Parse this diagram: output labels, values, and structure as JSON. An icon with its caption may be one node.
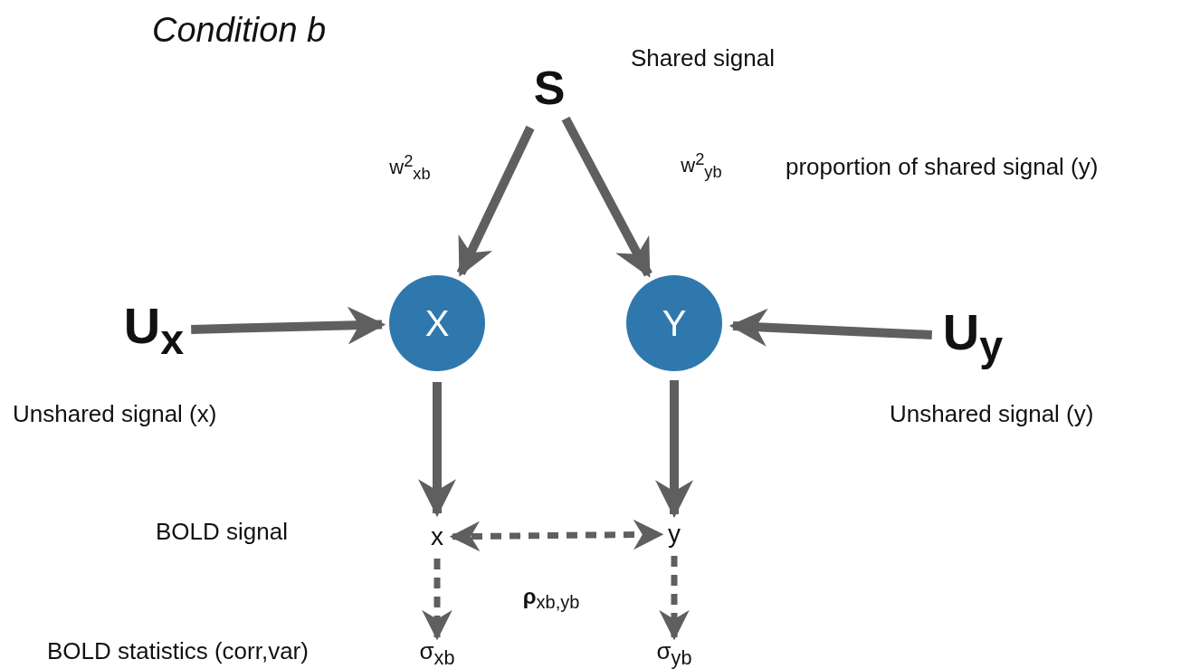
{
  "diagram": {
    "title": "Condition b",
    "nodes": [
      {
        "text": [
          "S"
        ],
        "beside": [
          "Shared signal"
        ]
      },
      {
        "text": [
          "X"
        ]
      },
      {
        "text": [
          "Y"
        ]
      },
      {
        "text": [
          "U$_{x}$"
        ],
        "beside": [
          "Unshared signal (x)"
        ]
      },
      {
        "text": [
          "U$_{y}$"
        ],
        "beside": [
          "Unshared signal (y)"
        ]
      },
      {
        "text": [
          "x"
        ]
      },
      {
        "text": [
          "y"
        ]
      },
      {
        "text": [
          "σ$_{xb}$"
        ]
      },
      {
        "text": [
          "σ$_{yb}$"
        ]
      }
    ],
    "edges": [
      {
        "from": 0,
        "to": 1,
        "arrow": "to",
        "label": "w$^{2}$$_{xb}$"
      },
      {
        "from": 0,
        "to": 2,
        "arrow": "to",
        "label": "w$^{2}$$_{yb}$"
      },
      {
        "from": 3,
        "to": 1,
        "arrow": "to"
      },
      {
        "from": 4,
        "to": 2,
        "arrow": "to"
      },
      {
        "from": 1,
        "to": 5,
        "arrow": "to"
      },
      {
        "from": 2,
        "to": 6,
        "arrow": "to"
      },
      {
        "from": 5,
        "to": 6,
        "arrow": "both",
        "style": "dashed",
        "label": "**ρ**$_{xb,yb}$"
      },
      {
        "from": 5,
        "to": 7,
        "arrow": "to",
        "style": "dashed"
      },
      {
        "from": 6,
        "to": 8,
        "arrow": "to",
        "style": "dashed"
      }
    ],
    "labels": [
      "proportion of shared signal (y)",
      "BOLD signal",
      "BOLD statistics (corr,var)"
    ]
  }
}
